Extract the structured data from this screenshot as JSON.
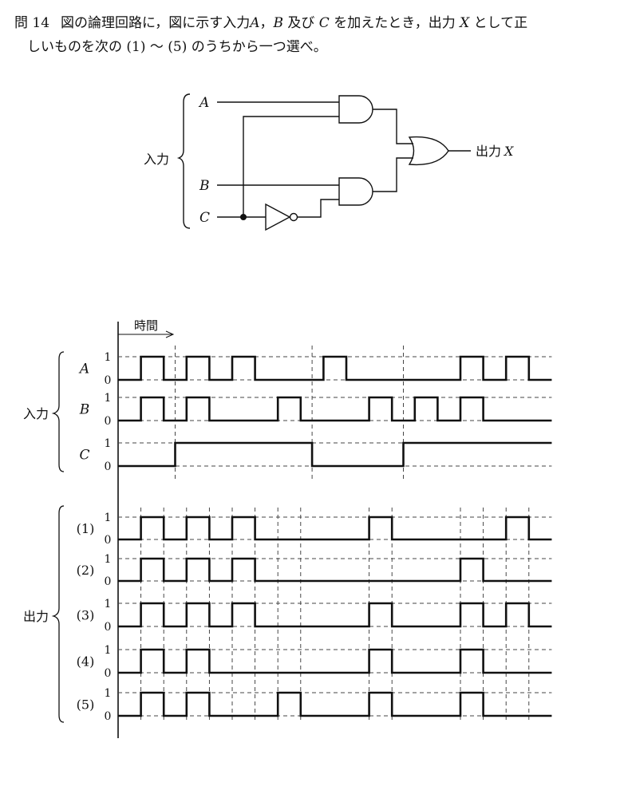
{
  "question": {
    "number": "問 14",
    "line1_a": "図の論理回路に，図に示す入力",
    "var_a": "A",
    "sep1": "，",
    "var_b": "B",
    "line1_b": " 及び ",
    "var_c": "C",
    "line1_c": " を加えたとき，出力 ",
    "var_x": "X",
    "line1_d": " として正",
    "line2": "しいものを次の (1) ～ (5) のうちから一つ選べ。"
  },
  "circuit": {
    "input_label": "入力",
    "in_a": "A",
    "in_b": "B",
    "in_c": "C",
    "output_label": "出力",
    "output_var": "X"
  },
  "timing": {
    "time_label": "時間",
    "input_group_label": "入力",
    "output_group_label": "出力",
    "level_high": "1",
    "level_low": "0",
    "signals": [
      {
        "label": "A",
        "italic": true,
        "group": "input",
        "highs": [
          [
            1,
            2
          ],
          [
            3,
            4
          ],
          [
            5,
            6
          ],
          [
            9,
            10
          ],
          [
            15,
            16
          ],
          [
            17,
            18
          ]
        ]
      },
      {
        "label": "B",
        "italic": true,
        "group": "input",
        "highs": [
          [
            1,
            2
          ],
          [
            3,
            4
          ],
          [
            7,
            8
          ],
          [
            11,
            12
          ],
          [
            13,
            14
          ],
          [
            15,
            16
          ]
        ]
      },
      {
        "label": "C",
        "italic": true,
        "group": "input",
        "highs": [
          [
            2.5,
            8.5
          ],
          [
            12.5,
            19
          ]
        ]
      },
      {
        "label": "(1)",
        "italic": false,
        "group": "output",
        "highs": [
          [
            1,
            2
          ],
          [
            3,
            4
          ],
          [
            5,
            6
          ],
          [
            11,
            12
          ],
          [
            17,
            18
          ]
        ]
      },
      {
        "label": "(2)",
        "italic": false,
        "group": "output",
        "highs": [
          [
            1,
            2
          ],
          [
            3,
            4
          ],
          [
            5,
            6
          ],
          [
            15,
            16
          ]
        ]
      },
      {
        "label": "(3)",
        "italic": false,
        "group": "output",
        "highs": [
          [
            1,
            2
          ],
          [
            3,
            4
          ],
          [
            5,
            6
          ],
          [
            11,
            12
          ],
          [
            15,
            16
          ],
          [
            17,
            18
          ]
        ]
      },
      {
        "label": "(4)",
        "italic": false,
        "group": "output",
        "highs": [
          [
            1,
            2
          ],
          [
            3,
            4
          ],
          [
            11,
            12
          ],
          [
            15,
            16
          ]
        ]
      },
      {
        "label": "(5)",
        "italic": false,
        "group": "output",
        "highs": [
          [
            1,
            2
          ],
          [
            3,
            4
          ],
          [
            7,
            8
          ],
          [
            11,
            12
          ],
          [
            15,
            16
          ]
        ]
      }
    ]
  }
}
